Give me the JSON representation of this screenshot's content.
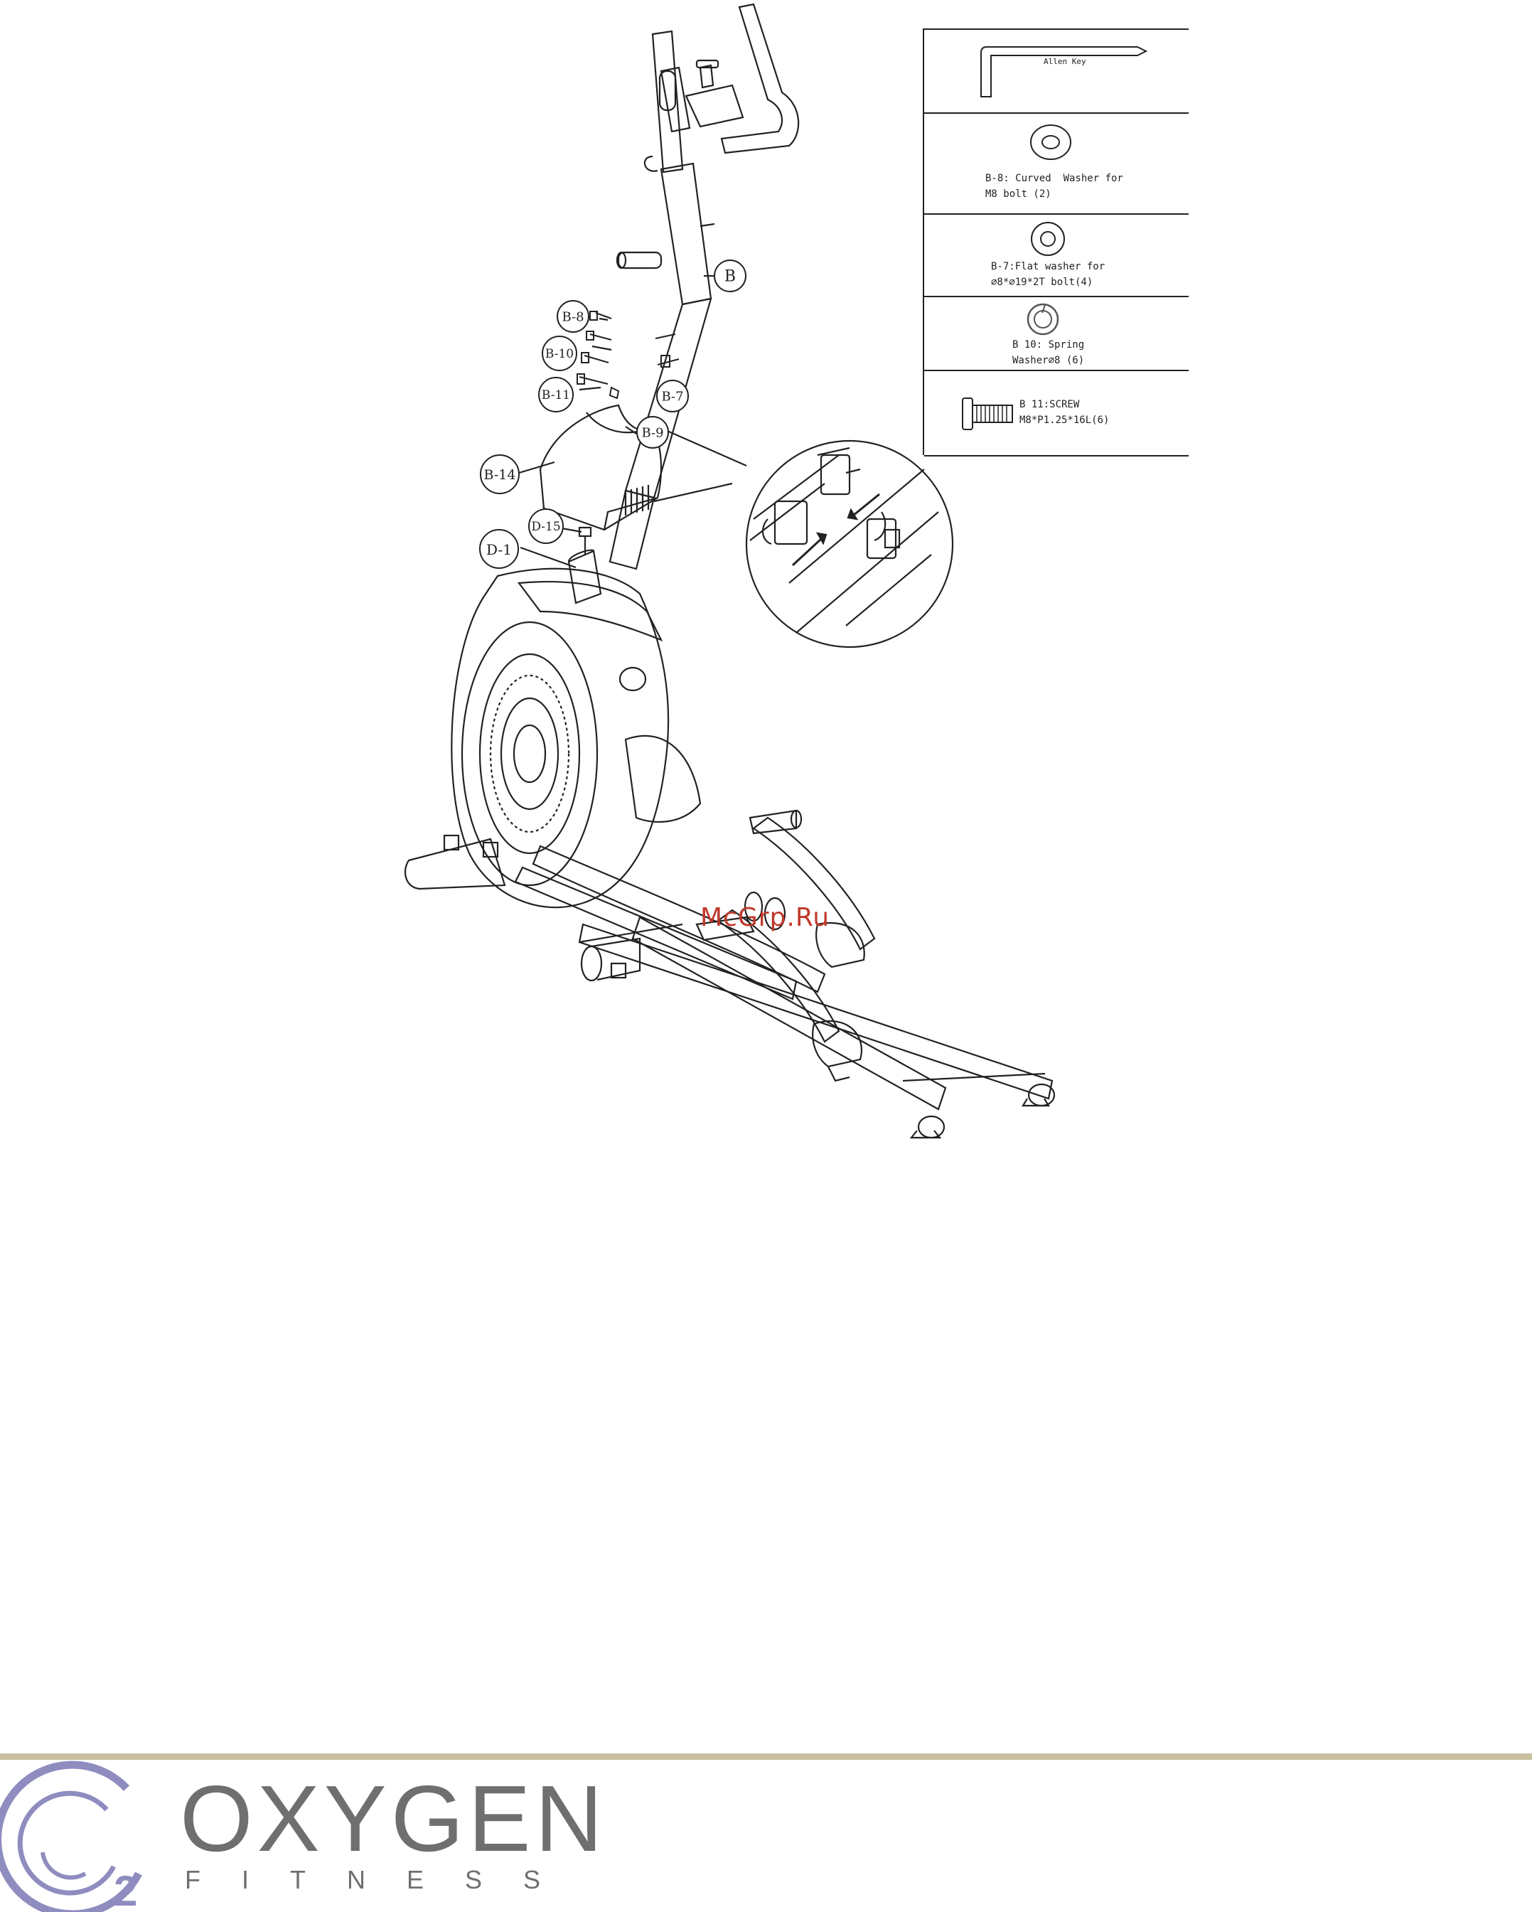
{
  "callouts": {
    "b": "B",
    "b8": "B-8",
    "b10": "B-10",
    "b11": "B-11",
    "b7": "B-7",
    "b9": "B-9",
    "b14": "B-14",
    "d15": "D-15",
    "d1": "D-1"
  },
  "parts": {
    "allen_key": "Allen Key",
    "b8_line1": "B-8: Curved  Washer for",
    "b8_line2": "M8 bolt (2)",
    "b7_line1": "B-7:Flat washer for",
    "b7_line2": "∅8*∅19*2T bolt(4)",
    "b10_line1": "B 10: Spring",
    "b10_line2": "Washer∅8 (6)",
    "b11_line1": "B 11:SCREW",
    "b11_line2": "M8*P1.25*16L(6)"
  },
  "watermark": "McGrp.Ru",
  "footer": {
    "brand": "OXYGEN",
    "tagline": "FITNESS",
    "logo_digit": "2"
  },
  "colors": {
    "line": "#222222",
    "footer_rule": "#c8bf9f",
    "brand_grey": "#6f6f6f",
    "logo_purple": "#8f8cc0",
    "watermark": "#c0392b"
  },
  "icons": [
    "allen-key-icon",
    "curved-washer-icon",
    "flat-washer-icon",
    "spring-washer-icon",
    "screw-icon",
    "arrow-icon"
  ]
}
